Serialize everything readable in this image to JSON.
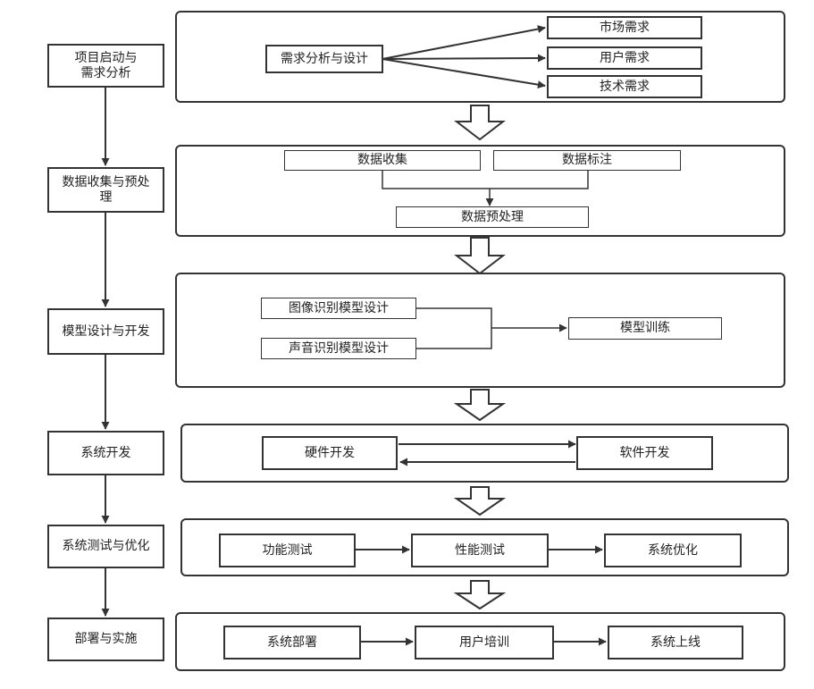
{
  "stages": [
    {
      "label": "项目启动与\n需求分析"
    },
    {
      "label": "数据收集与预处\n理"
    },
    {
      "label": "模型设计与开发"
    },
    {
      "label": "系统开发"
    },
    {
      "label": "系统测试与优化"
    },
    {
      "label": "部署与实施"
    }
  ],
  "panel1": {
    "main": "需求分析与设计",
    "market": "市场需求",
    "user": "用户需求",
    "tech": "技术需求"
  },
  "panel2": {
    "collect": "数据收集",
    "annotate": "数据标注",
    "preprocess": "数据预处理"
  },
  "panel3": {
    "image_model": "图像识别模型设计",
    "audio_model": "声音识别模型设计",
    "train": "模型训练"
  },
  "panel4": {
    "hardware": "硬件开发",
    "software": "软件开发"
  },
  "panel5": {
    "func_test": "功能测试",
    "perf_test": "性能测试",
    "optimize": "系统优化"
  },
  "panel6": {
    "deploy": "系统部署",
    "training": "用户培训",
    "launch": "系统上线"
  }
}
